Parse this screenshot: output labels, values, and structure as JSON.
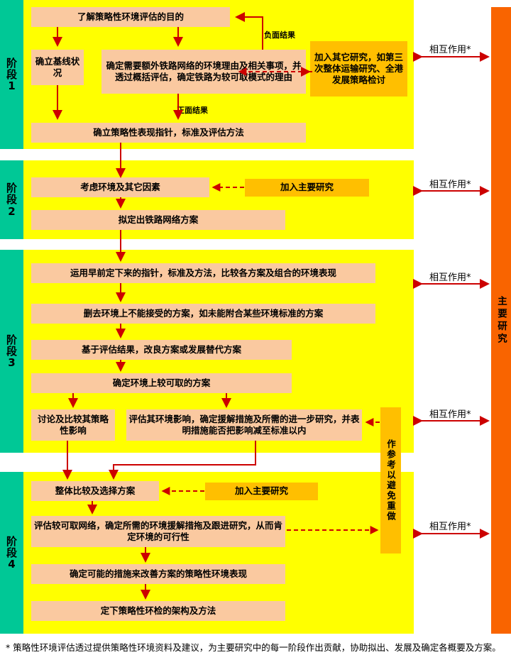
{
  "colors": {
    "band": "#ffff00",
    "stage_label": "#00c896",
    "process_box": "#fac9a0",
    "input_box": "#ffbf00",
    "main_study": "#f96400",
    "arrow": "#cc0000"
  },
  "stages": [
    {
      "label_line1": "阶",
      "label_line2": "段",
      "label_line3": "1",
      "boxes": [
        {
          "id": "s1b1",
          "text": "了解策略性环境评估的目的"
        },
        {
          "id": "s1b2",
          "text": "确立基线状况"
        },
        {
          "id": "s1b3",
          "text": "确定需要额外铁路网络的环境理由及相关事项，并透过概括评估，确定铁路为较可取模式的理由"
        },
        {
          "id": "s1b4",
          "text": "确立策略性表现指针，标准及评估方法"
        }
      ],
      "input_boxes": [
        {
          "id": "s1i1",
          "text": "加入其它研究，如第三次整体运输研究、全港发展策略检讨"
        }
      ],
      "edge_labels": [
        {
          "id": "s1l1",
          "text": "负面结果"
        },
        {
          "id": "s1l2",
          "text": "正面结果"
        }
      ],
      "interaction_label": "相互作用*"
    },
    {
      "label_line1": "阶",
      "label_line2": "段",
      "label_line3": "2",
      "boxes": [
        {
          "id": "s2b1",
          "text": "考虑环境及其它因素"
        },
        {
          "id": "s2b2",
          "text": "拟定出铁路网络方案"
        }
      ],
      "input_boxes": [
        {
          "id": "s2i1",
          "text": "加入主要研究"
        }
      ],
      "edge_labels": [],
      "interaction_label": "相互作用*"
    },
    {
      "label_line1": "阶",
      "label_line2": "段",
      "label_line3": "3",
      "boxes": [
        {
          "id": "s3b1",
          "text": "运用早前定下来的指针，标准及方法，比较各方案及组合的环境表现"
        },
        {
          "id": "s3b2",
          "text": "删去环境上不能接受的方案，如未能附合某些环境标准的方案"
        },
        {
          "id": "s3b3",
          "text": "基于评估结果，改良方案或发展替代方案"
        },
        {
          "id": "s3b4",
          "text": "确定环境上较可取的方案"
        },
        {
          "id": "s3b5",
          "text": "讨论及比较其策略性影响"
        },
        {
          "id": "s3b6",
          "text": "评估其环境影响，确定援解措施及所需的进一步研究，并表明措施能否把影响减至标准以内"
        }
      ],
      "input_boxes": [],
      "edge_labels": [],
      "interaction_label": "相互作用*"
    },
    {
      "label_line1": "阶",
      "label_line2": "段",
      "label_line3": "4",
      "boxes": [
        {
          "id": "s4b1",
          "text": "整体比较及选择方案"
        },
        {
          "id": "s4b2",
          "text": "评估较可取网络，确定所需的环境援解措拖及跟进研究，从而肯定环境的可行性"
        },
        {
          "id": "s4b3",
          "text": "确定可能的措施来改善方案的策略性环境表现"
        },
        {
          "id": "s4b4",
          "text": "定下策略性环检的架构及方法"
        }
      ],
      "input_boxes": [
        {
          "id": "s4i1",
          "text": "加入主要研究"
        }
      ],
      "edge_labels": [],
      "interaction_label": "相互作用*"
    }
  ],
  "side": {
    "reference_box": "作参考以避免重做",
    "main_study_column": "主要研究"
  },
  "footnote": "*  策略性环境评估透过提供策略性环境资料及建议，为主要研究中的每一阶段作出贡献，协助拟出、发展及确定各概要及方案。"
}
